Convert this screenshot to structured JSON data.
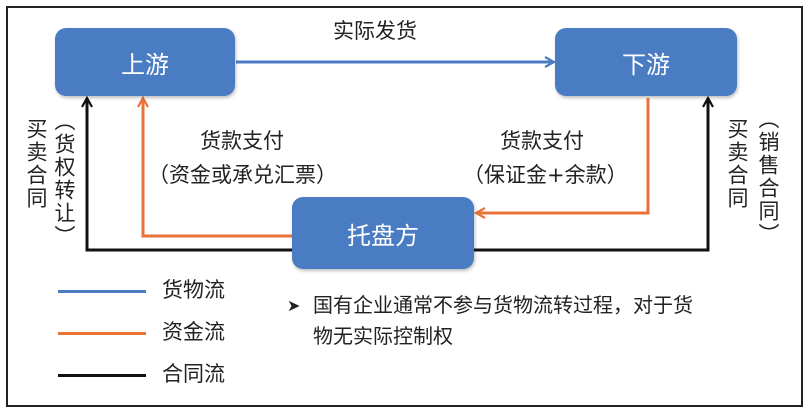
{
  "nodes": {
    "upstream": "上游",
    "downstream": "下游",
    "platform": "托盘方"
  },
  "edges": {
    "goods_shipment": "实际发货",
    "payment_left_line1": "货款支付",
    "payment_left_line2": "（资金或承兑汇票）",
    "payment_right_line1": "货款支付",
    "payment_right_line2": "（保证金+余款）",
    "contract_buy": "买卖合同",
    "contract_buy_note": "（货权转让）",
    "contract_sell": "买卖合同",
    "contract_sell_note": "（销售合同）"
  },
  "legend": {
    "goods_flow": "货物流",
    "fund_flow": "资金流",
    "contract_flow": "合同流"
  },
  "note": "国有企业通常不参与货物流转过程，对于货物无实际控制权",
  "colors": {
    "box": "#4a7cc4",
    "goods_flow": "#4a7cc4",
    "fund_flow": "#e8733a",
    "contract_flow": "#111111"
  }
}
